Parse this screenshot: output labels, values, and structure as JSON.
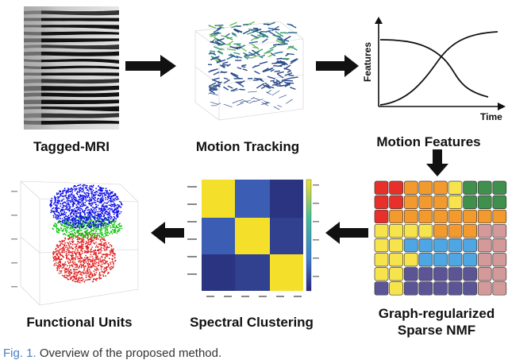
{
  "stages": {
    "tagged_mri": "Tagged-MRI",
    "motion_tracking": "Motion Tracking",
    "motion_features": "Motion Features",
    "nmf_line1": "Graph-regularized",
    "nmf_line2": "Sparse NMF",
    "spectral_clustering": "Spectral Clustering",
    "functional_units": "Functional Units"
  },
  "features_plot": {
    "ylabel": "Features",
    "xlabel": "Time"
  },
  "caption": {
    "fig_label": "Fig. 1.",
    "text": "Overview of the proposed method."
  },
  "colors": {
    "red": "#e8302a",
    "orange": "#f39a2e",
    "yellow": "#f7e34b",
    "blue": "#4ea6e3",
    "pink": "#d49a9a",
    "purple": "#5b5596",
    "green": "#3f8f4d",
    "sc_yellow": "#f4e02a",
    "sc_navy": "#2a3480",
    "sc_blue": "#3b5db3"
  }
}
